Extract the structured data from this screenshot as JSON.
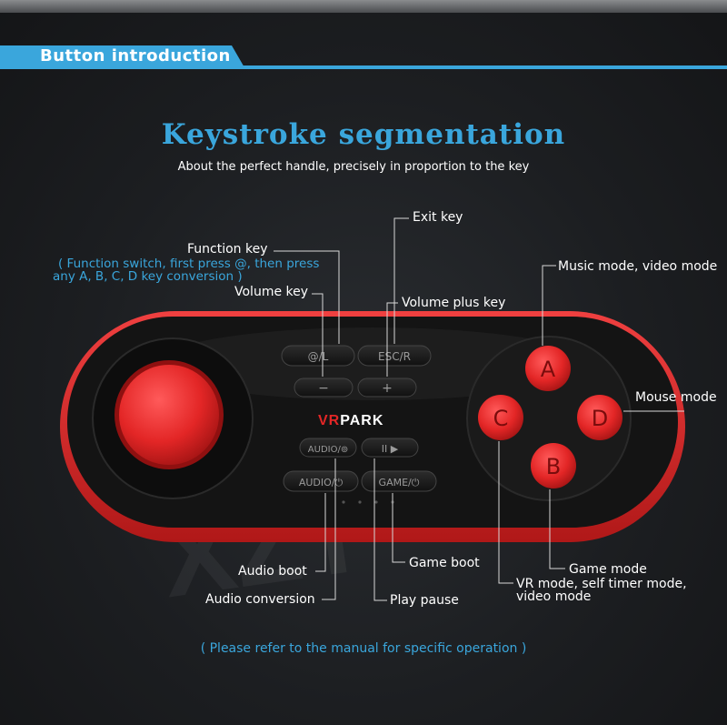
{
  "header": {
    "section_title": "Button introduction"
  },
  "heading": {
    "title": "Keystroke segmentation",
    "subtitle": "About the perfect handle, precisely in proportion to the key"
  },
  "controller": {
    "brand_vr": "VR",
    "brand_park": "PARK",
    "watermark": "XZT",
    "keys": {
      "function": "@/L",
      "exit": "ESC/R",
      "volume_minus": "−",
      "volume_plus": "+",
      "audio_conversion": "AUDIO/⊚",
      "play_pause": "II ▶",
      "audio_boot": "AUDIO/⏻",
      "game_boot": "GAME/⏻"
    },
    "face_buttons": {
      "a": "A",
      "b": "B",
      "c": "C",
      "d": "D"
    }
  },
  "labels": {
    "function_key": "Function key",
    "function_note_1": "( Function switch, first press @, then press",
    "function_note_2": "any A, B, C, D key conversion )",
    "volume_key": "Volume key",
    "exit_key": "Exit key",
    "volume_plus_key": "Volume plus key",
    "music_mode": "Music mode, video mode",
    "mouse_mode": "Mouse mode",
    "game_mode": "Game mode",
    "vr_mode_1": "VR mode, self timer mode,",
    "vr_mode_2": "video mode",
    "game_boot": "Game boot",
    "audio_boot": "Audio boot",
    "audio_conversion": "Audio conversion",
    "play_pause": "Play pause"
  },
  "footer": {
    "note": "( Please refer to the manual for specific operation )"
  },
  "colors": {
    "accent": "#3aa6dc",
    "controller_red": "#e32626",
    "controller_black": "#151515"
  }
}
